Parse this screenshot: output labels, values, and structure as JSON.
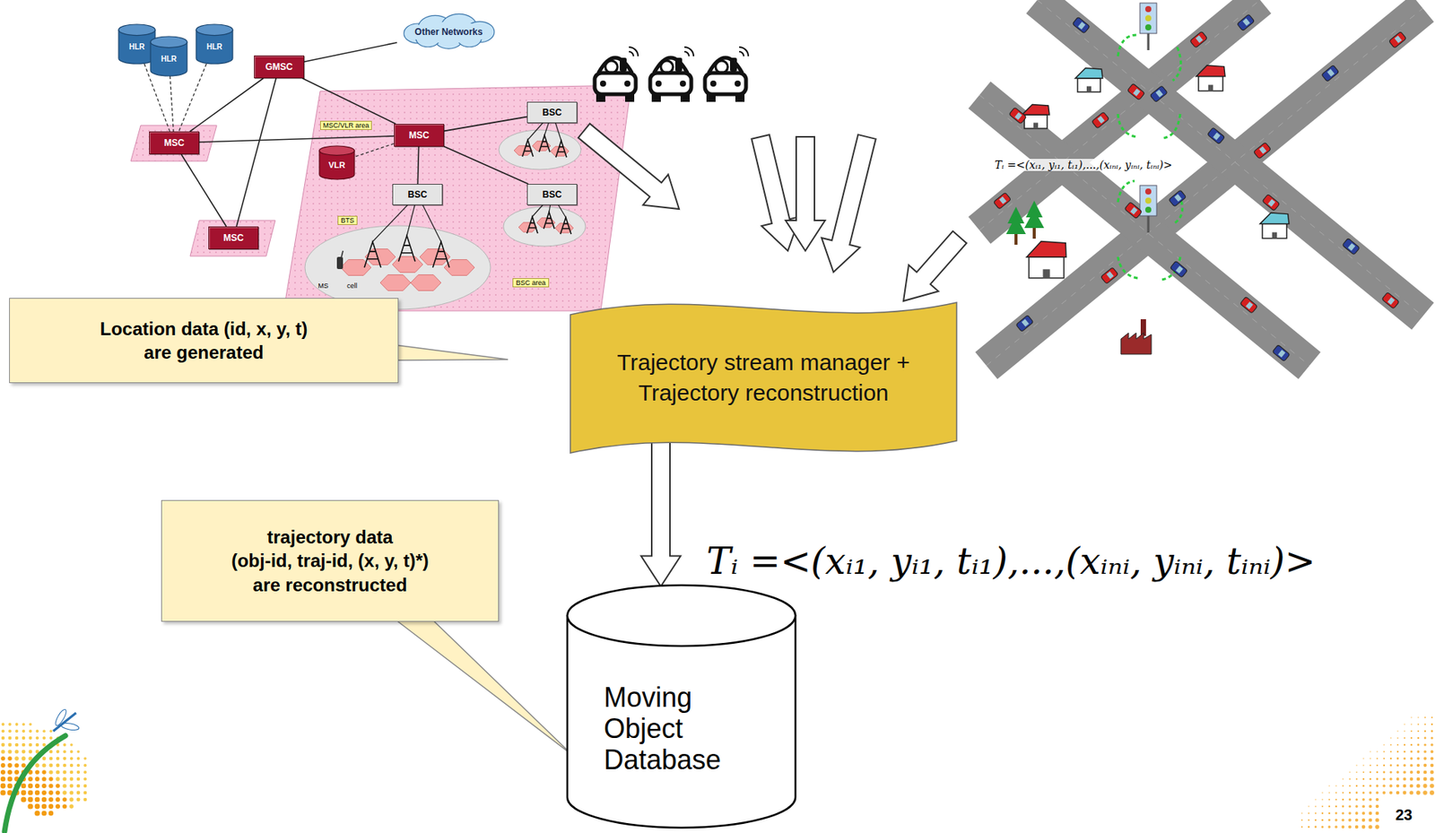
{
  "diagram": {
    "nodes": [
      {
        "text": [
          "HLR"
        ]
      },
      {
        "text": [
          "HLR"
        ]
      },
      {
        "text": [
          "HLR"
        ]
      },
      {
        "text": [
          "Other Networks"
        ]
      },
      {
        "text": [
          "GMSC"
        ]
      },
      {
        "text": [
          "MSC"
        ]
      },
      {
        "text": [
          "MSC"
        ]
      },
      {
        "text": [
          "VLR"
        ]
      },
      {
        "text": [
          "BSC"
        ]
      },
      {
        "text": [
          "BSC"
        ]
      },
      {
        "text": [
          "BSC"
        ]
      },
      {
        "text": [
          "MSC"
        ]
      },
      {
        "text": [
          "Location data (id, x, y, t) are generated"
        ]
      },
      {
        "text": [
          "Trajectory stream manager + Trajectory reconstruction"
        ]
      },
      {
        "text": [
          "trajectory data (obj-id, traj-id, (x, y, t)*) are reconstructed"
        ]
      },
      {
        "text": [
          "Moving Object Database"
        ]
      }
    ],
    "edges": [
      {
        "from": 0,
        "to": 5,
        "arrow": "none"
      },
      {
        "from": 1,
        "to": 5,
        "arrow": "none"
      },
      {
        "from": 2,
        "to": 5,
        "arrow": "none"
      },
      {
        "from": 4,
        "to": 3,
        "arrow": "none"
      },
      {
        "from": 4,
        "to": 5,
        "arrow": "none"
      },
      {
        "from": 4,
        "to": 6,
        "arrow": "none"
      },
      {
        "from": 4,
        "to": 11,
        "arrow": "none"
      },
      {
        "from": 5,
        "to": 6,
        "arrow": "none"
      },
      {
        "from": 5,
        "to": 11,
        "arrow": "none"
      },
      {
        "from": 6,
        "to": 7,
        "arrow": "none"
      },
      {
        "from": 6,
        "to": 8,
        "arrow": "none"
      },
      {
        "from": 6,
        "to": 9,
        "arrow": "none"
      },
      {
        "from": 6,
        "to": 10,
        "arrow": "none"
      },
      {
        "from": 13,
        "to": 15,
        "arrow": "to"
      }
    ],
    "labels": [
      "MSC/VLR area",
      "BTS",
      "MS",
      "cell",
      "BSC area",
      "Tᵢ =<(xᵢ₁, yᵢ₁, tᵢ₁),...,(xᵢₙᵢ, yᵢₙᵢ, tᵢₙᵢ)>",
      "Tᵢ =<(xᵢ₁, yᵢ₁, tᵢ₁),...,(xᵢₙᵢ, yᵢₙᵢ, tᵢₙᵢ)>",
      "23"
    ]
  }
}
